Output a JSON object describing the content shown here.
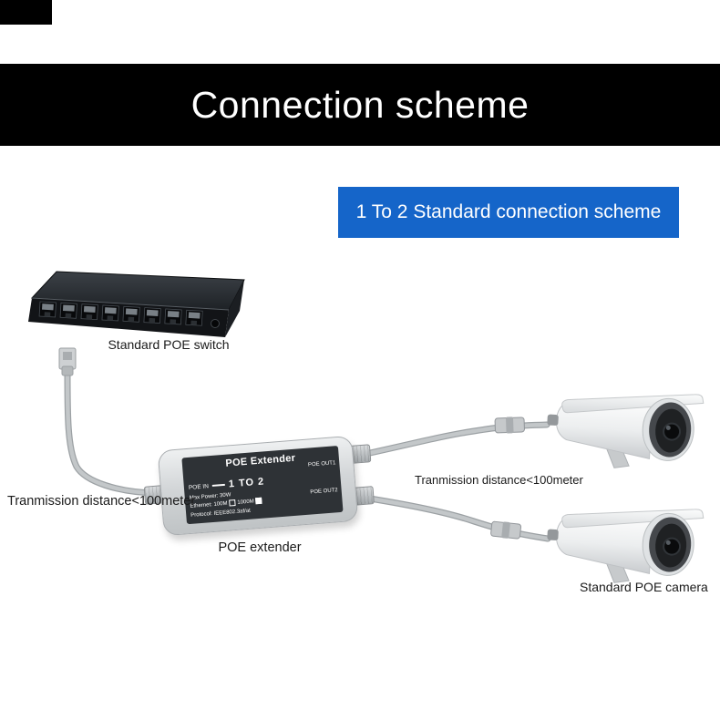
{
  "header": {
    "title": "Connection scheme"
  },
  "banner": {
    "text": "1 To 2 Standard connection scheme",
    "bg_color": "#1565c9"
  },
  "labels": {
    "switch": "Standard POE switch",
    "extender": "POE extender",
    "camera": "Standard POE camera",
    "distance_left": "Tranmission distance<100meter",
    "distance_right": "Tranmission distance<100meter"
  },
  "extender_panel": {
    "title": "POE Extender",
    "poe_in": "POE IN",
    "ratio": "1 TO 2",
    "poe_out1": "POE OUT1",
    "poe_out2": "POE OUT2",
    "max_power": "Max Power: 30W",
    "ethernet_prefix": "Ethernet: 100M",
    "ethernet_alt": "1000M",
    "protocol": "Protocol: IEEE802.3af/at"
  },
  "colors": {
    "header_bg": "#000000",
    "scheme_banner_bg": "#1565c9",
    "banner_text": "#ffffff",
    "device_gray": "#d3d6d8",
    "cable_gray": "#c3c7c9"
  }
}
